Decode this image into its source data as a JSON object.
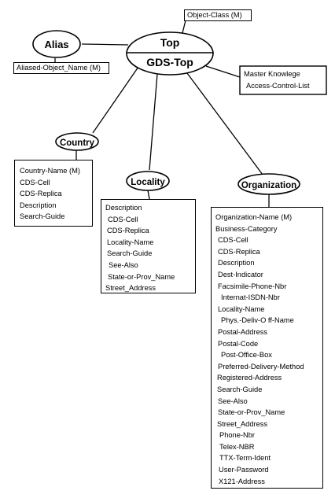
{
  "top_node": {
    "upper_label": "Top",
    "lower_label": "GDS-Top",
    "object_class_tag": "Object-Class (M)",
    "master_lines": [
      "Master Knowlege",
      "Access-Control-List"
    ]
  },
  "alias": {
    "label": "Alias",
    "attribute_tag": "Aliased-Object_Name (M)"
  },
  "country": {
    "label": "Country",
    "attributes": [
      "Country-Name (M)",
      "CDS-Cell",
      "CDS-Replica",
      "Description",
      "Search-Guide"
    ]
  },
  "locality": {
    "label": "Locality",
    "attributes": [
      "Description",
      "CDS-Cell",
      "CDS-Replica",
      "Locality-Name",
      "Search-Guide",
      "See-Also",
      "State-or-Prov_Name",
      "Street_Address"
    ]
  },
  "organization": {
    "label": "Organization",
    "attributes": [
      "Organization-Name (M)",
      "Business-Category",
      "CDS-Cell",
      "CDS-Replica",
      "Description",
      "Dest-Indicator",
      "Facsimile-Phone-Nbr",
      "Internat-ISDN-Nbr",
      "Locality-Name",
      "Phys.-Deliv-O ff-Name",
      "Postal-Address",
      "Postal-Code",
      "Post-Office-Box",
      "Preferred-Delivery-Method",
      "Registered-Address",
      "Search-Guide",
      "See-Also",
      "State-or-Prov_Name",
      "Street_Address",
      "Phone-Nbr",
      "Telex-NBR",
      "TTX-Term-Ident",
      "User-Password",
      "X121-Address"
    ]
  }
}
